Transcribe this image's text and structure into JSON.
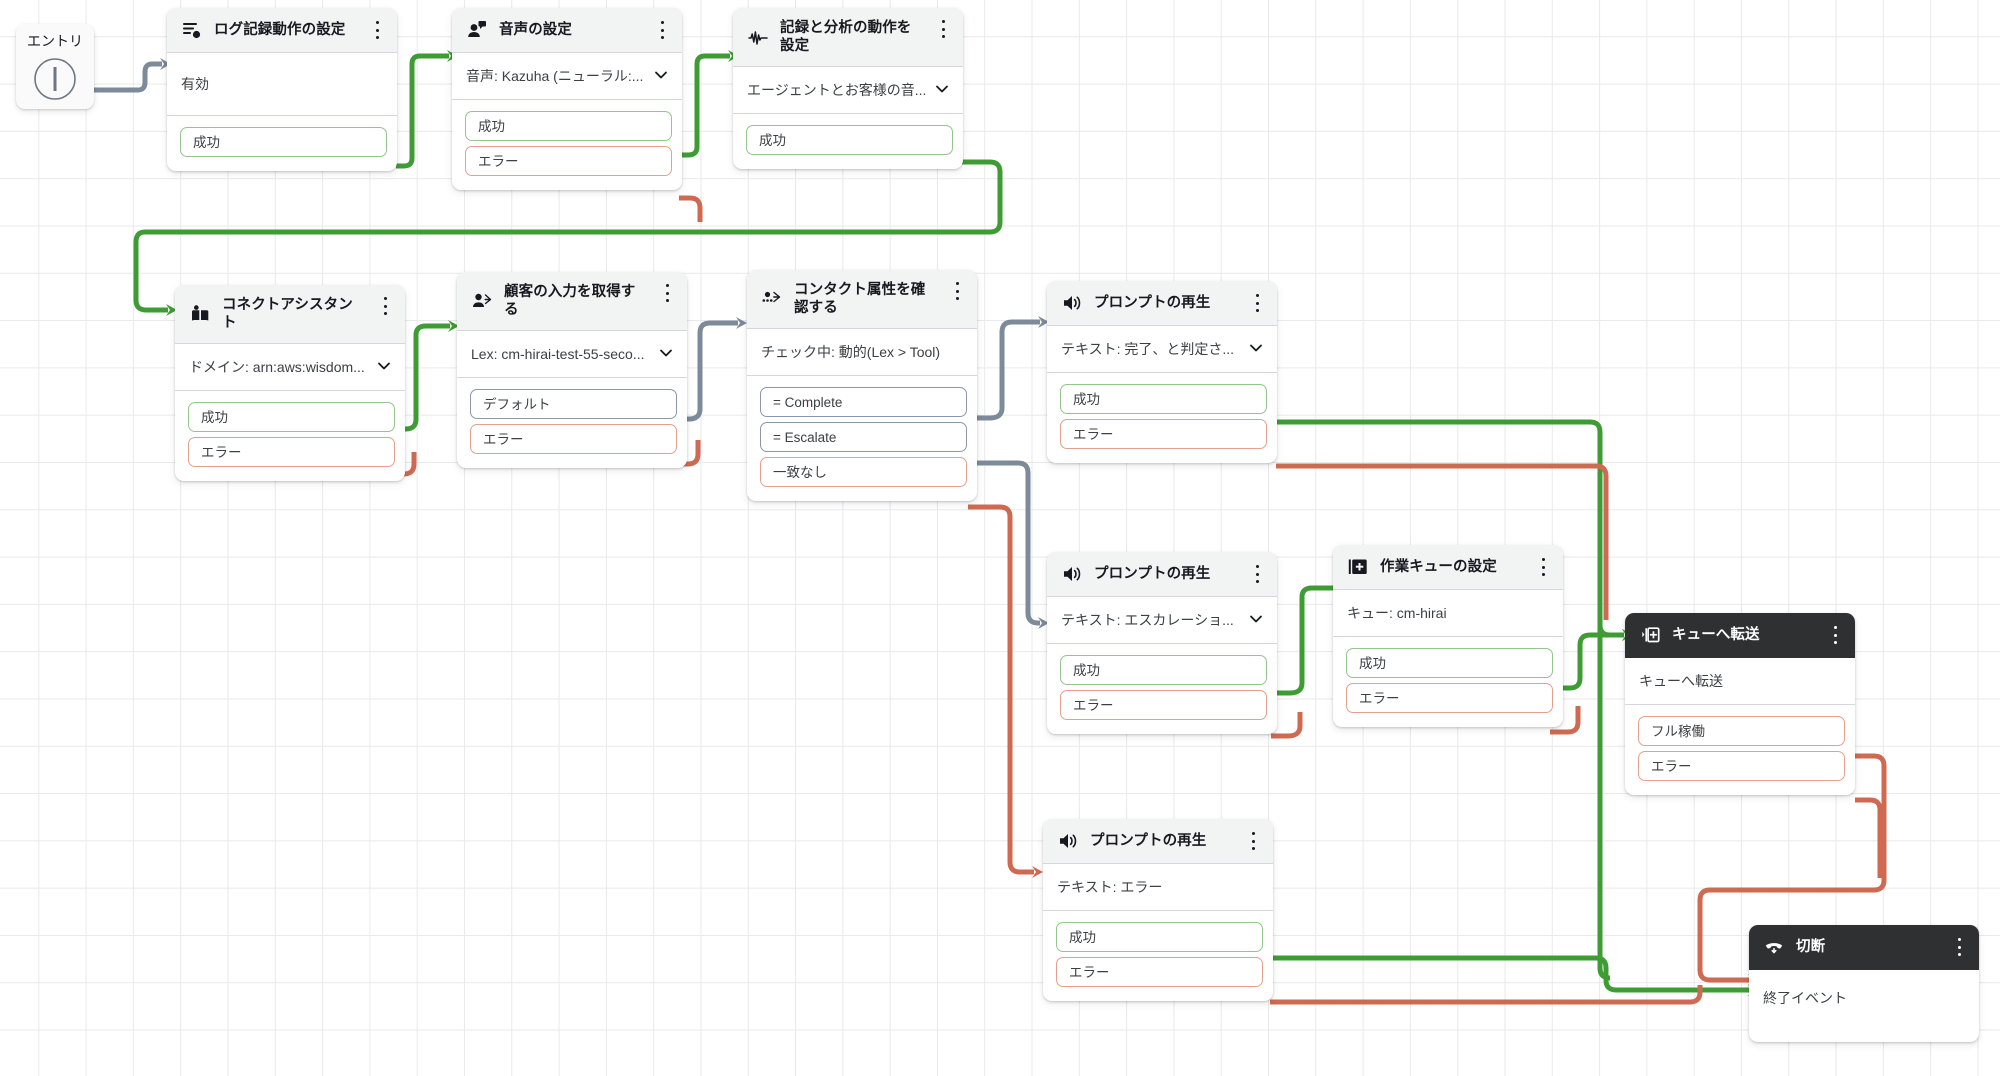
{
  "canvas": {
    "grid": true,
    "colors": {
      "success": "#3f9c35",
      "error": "#cf6a52",
      "neutral": "#7d8a9a",
      "selected_header": "#2f3032",
      "header_bg": "#f2f3f3",
      "border": "#d4d7dc"
    }
  },
  "entry": {
    "label": "エントリ",
    "icon": "entry-point-icon"
  },
  "nodes": [
    {
      "id": "set-logging",
      "icon": "logging-behavior-icon",
      "title": "ログ記録動作の設定",
      "body": "有効",
      "has_chevron": false,
      "ports": [
        {
          "label": "成功",
          "kind": "ok"
        }
      ],
      "selected": false
    },
    {
      "id": "set-voice",
      "icon": "voice-icon",
      "title": "音声の設定",
      "body": "音声: Kazuha (ニューラル:...",
      "has_chevron": true,
      "ports": [
        {
          "label": "成功",
          "kind": "ok"
        },
        {
          "label": "エラー",
          "kind": "err"
        }
      ],
      "selected": false
    },
    {
      "id": "set-recording-analytics",
      "icon": "recording-analytics-icon",
      "title": "記録と分析の動作を設定",
      "body": "エージェントとお客様の音...",
      "has_chevron": true,
      "ports": [
        {
          "label": "成功",
          "kind": "ok"
        }
      ],
      "selected": false
    },
    {
      "id": "connect-assistant",
      "icon": "wisdom-book-icon",
      "title": "コネクトアシスタント",
      "body": "ドメイン: arn:aws:wisdom...",
      "has_chevron": true,
      "ports": [
        {
          "label": "成功",
          "kind": "ok"
        },
        {
          "label": "エラー",
          "kind": "err"
        }
      ],
      "selected": false
    },
    {
      "id": "get-customer-input",
      "icon": "get-customer-input-icon",
      "title": "顧客の入力を取得する",
      "body": "Lex: cm-hirai-test-55-seco...",
      "has_chevron": true,
      "ports": [
        {
          "label": "デフォルト",
          "kind": "neutral"
        },
        {
          "label": "エラー",
          "kind": "err"
        }
      ],
      "selected": false
    },
    {
      "id": "check-contact-attributes",
      "icon": "check-attributes-icon",
      "title": "コンタクト属性を確認する",
      "body": "チェック中: 動的(Lex > Tool)",
      "has_chevron": false,
      "ports": [
        {
          "label": "= Complete",
          "kind": "neutral"
        },
        {
          "label": "= Escalate",
          "kind": "neutral"
        },
        {
          "label": "一致なし",
          "kind": "err"
        }
      ],
      "selected": false
    },
    {
      "id": "play-prompt-complete",
      "icon": "speaker-icon",
      "title": "プロンプトの再生",
      "body": "テキスト: 完了、と判定さ...",
      "has_chevron": true,
      "ports": [
        {
          "label": "成功",
          "kind": "ok"
        },
        {
          "label": "エラー",
          "kind": "err"
        }
      ],
      "selected": false
    },
    {
      "id": "play-prompt-escalation",
      "icon": "speaker-icon",
      "title": "プロンプトの再生",
      "body": "テキスト: エスカレーショ...",
      "has_chevron": true,
      "ports": [
        {
          "label": "成功",
          "kind": "ok"
        },
        {
          "label": "エラー",
          "kind": "err"
        }
      ],
      "selected": false
    },
    {
      "id": "set-working-queue",
      "icon": "working-queue-icon",
      "title": "作業キューの設定",
      "body": "キュー: cm-hirai",
      "has_chevron": false,
      "ports": [
        {
          "label": "成功",
          "kind": "ok"
        },
        {
          "label": "エラー",
          "kind": "err"
        }
      ],
      "selected": false
    },
    {
      "id": "transfer-to-queue",
      "icon": "transfer-to-queue-icon",
      "title": "キューへ転送",
      "body": "キューへ転送",
      "has_chevron": false,
      "ports": [
        {
          "label": "フル稼働",
          "kind": "err"
        },
        {
          "label": "エラー",
          "kind": "err"
        }
      ],
      "selected": true
    },
    {
      "id": "play-prompt-error",
      "icon": "speaker-icon",
      "title": "プロンプトの再生",
      "body": "テキスト: エラー",
      "has_chevron": false,
      "ports": [
        {
          "label": "成功",
          "kind": "ok"
        },
        {
          "label": "エラー",
          "kind": "err"
        }
      ],
      "selected": false
    },
    {
      "id": "disconnect",
      "icon": "disconnect-phone-icon",
      "title": "切断",
      "body": "終了イベント",
      "has_chevron": false,
      "ports": [],
      "selected": true
    }
  ]
}
